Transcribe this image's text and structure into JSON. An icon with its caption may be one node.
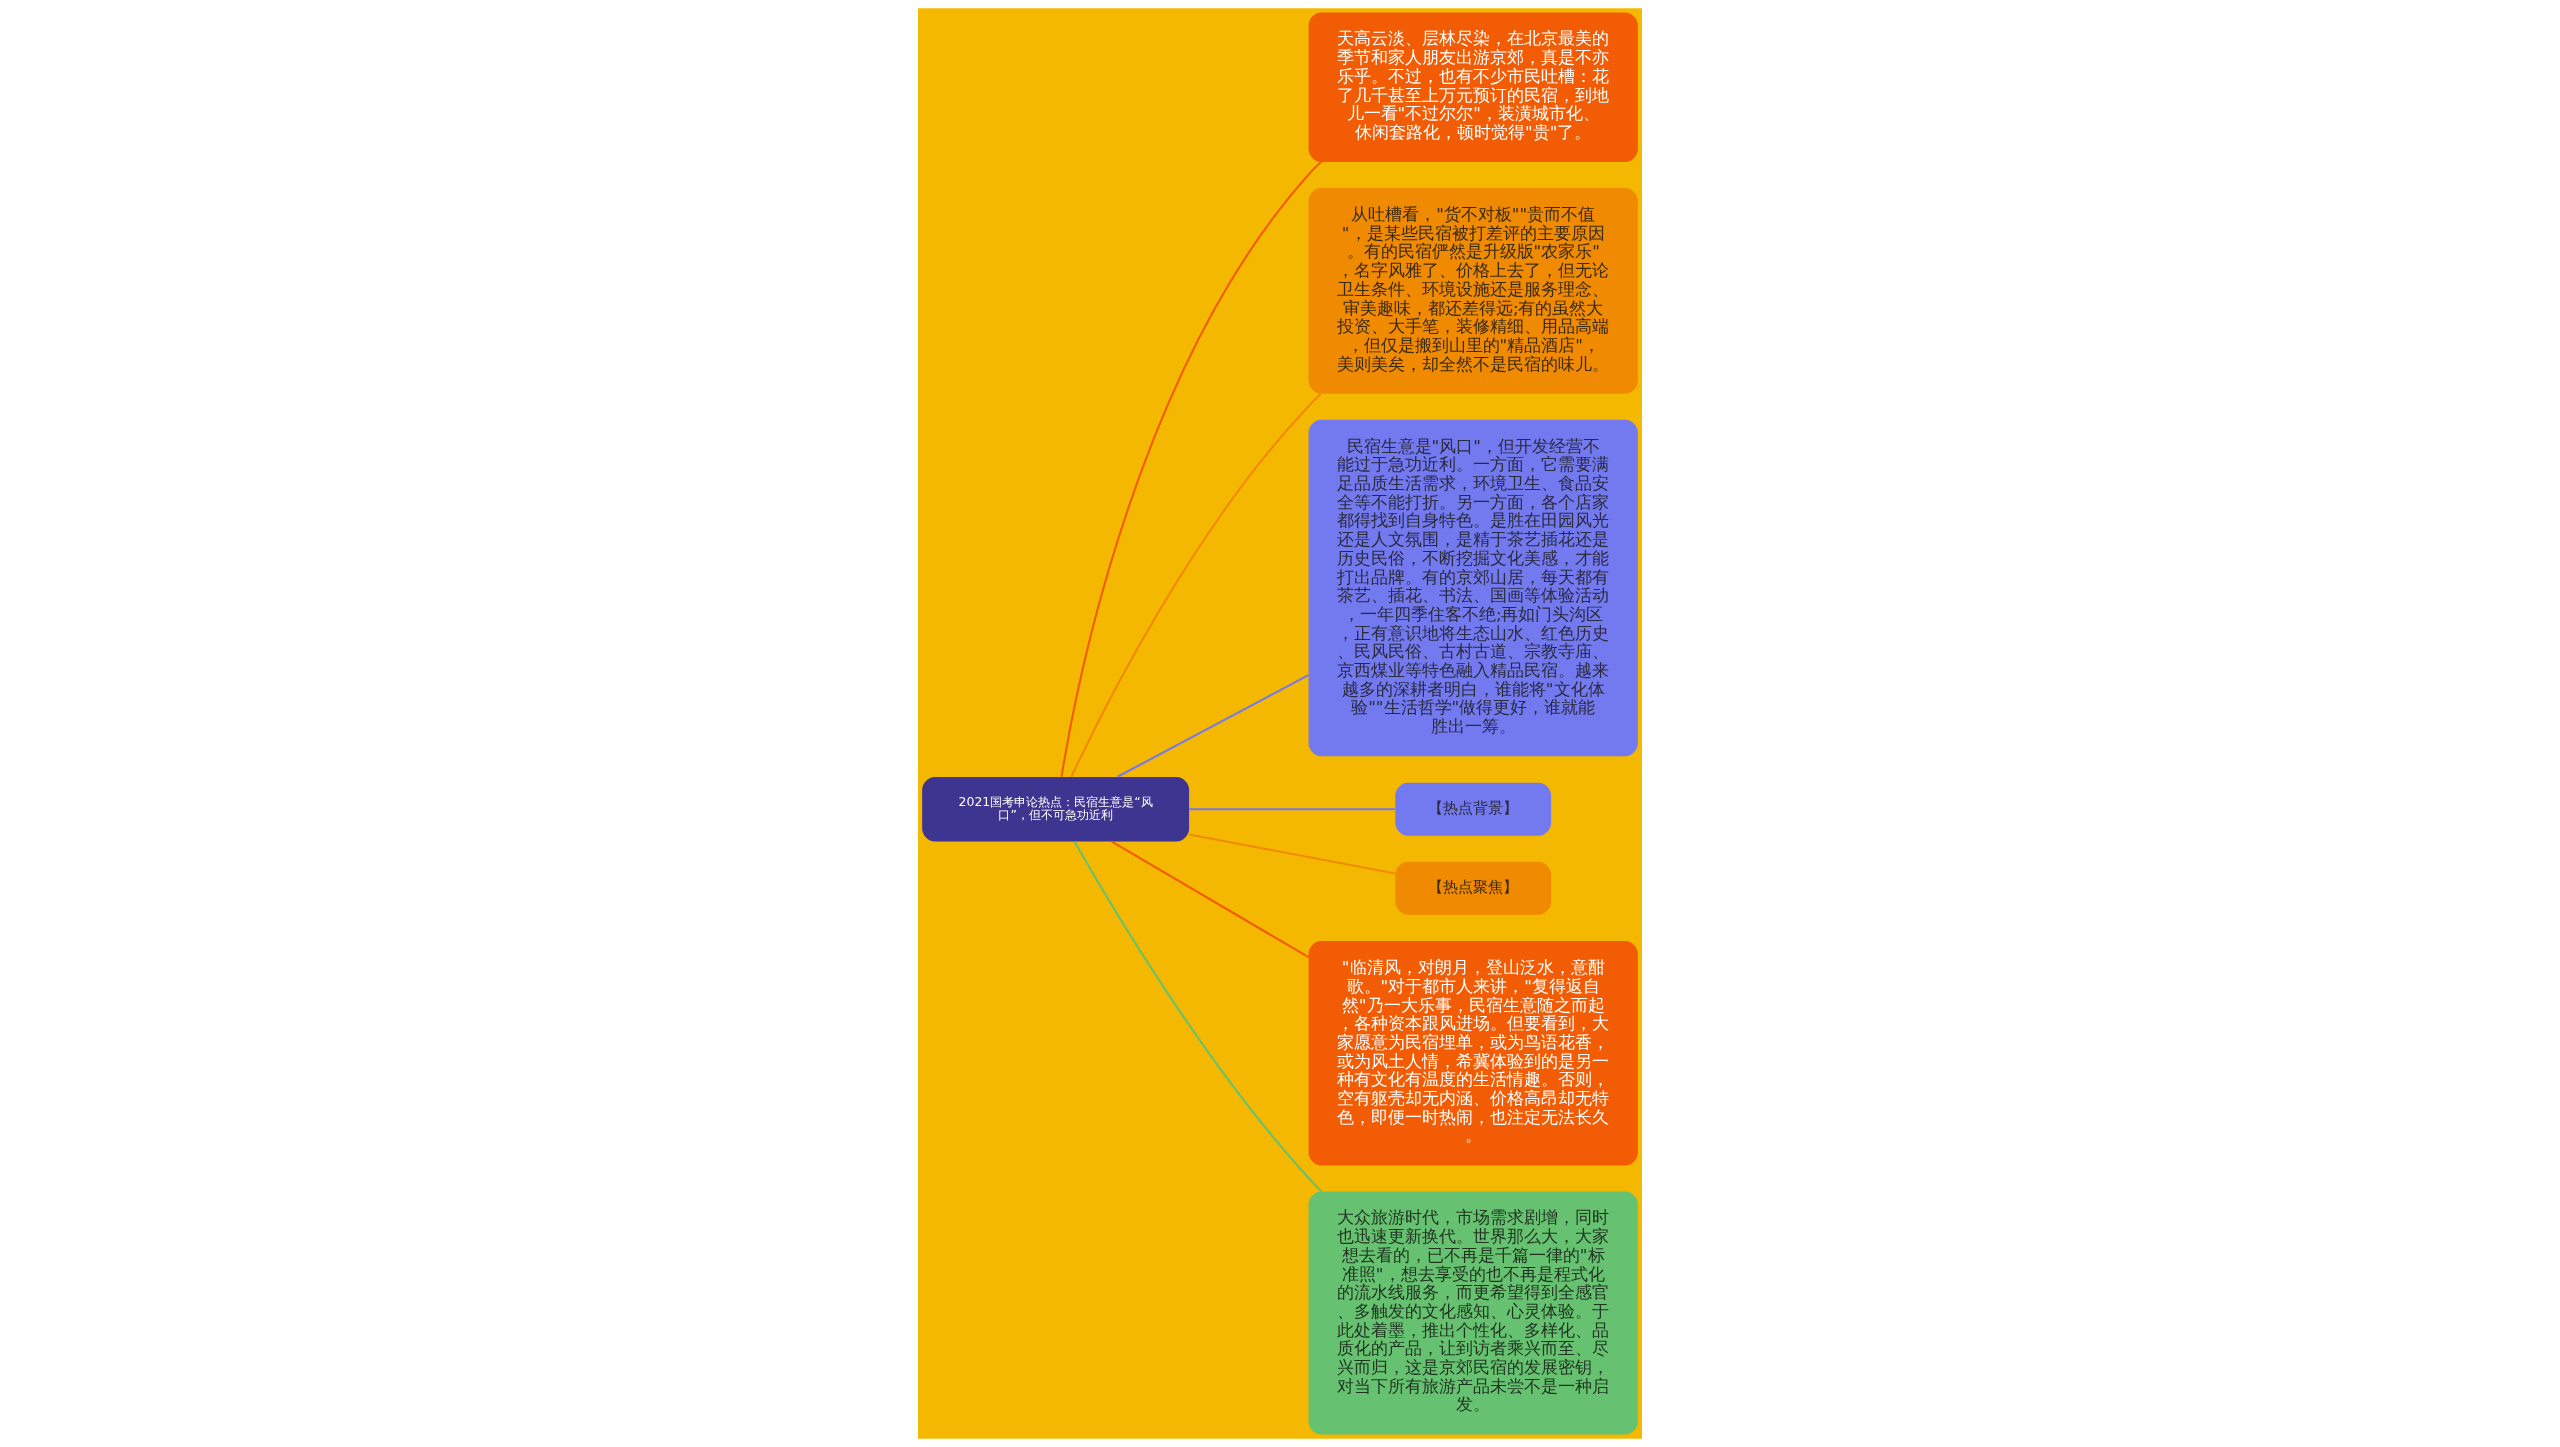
{
  "diagram": {
    "nodes": [
      {
        "text": [
          "2021国考申论热点：民宿生意是“风口”，但不可急功近利"
        ]
      },
      {
        "text": [
          "天高云淡、层林尽染，在北京最美的季节和家人朋友出游京郊，真是不亦乐乎。不过，也有不少市民吐槽：花了几千甚至上万元预订的民宿，到地儿一看\"不过尔尔\"，装潢城市化、休闲套路化，顿时觉得\"贵\"了。"
        ]
      },
      {
        "text": [
          "从吐槽看，\"货不对板\"\"贵而不值\"，是某些民宿被打差评的主要原因。有的民宿俨然是升级版\"农家乐\"，名字风雅了、价格上去了，但无论卫生条件、环境设施还是服务理念、审美趣味，都还差得远;有的虽然大投资、大手笔，装修精细、用品高端，但仅是搬到山里的\"精品酒店\"，美则美矣，却全然不是民宿的味儿。"
        ]
      },
      {
        "text": [
          "民宿生意是\"风口\"，但开发经营不能过于急功近利。一方面，它需要满足品质生活需求，环境卫生、食品安全等不能打折。另一方面，各个店家都得找到自身特色。是胜在田园风光还是人文氛围，是精于茶艺插花还是历史民俗，不断挖掘文化美感，才能打出品牌。有的京郊山居，每天都有茶艺、插花、书法、国画等体验活动，一年四季住客不绝;再如门头沟区，正有意识地将生态山水、红色历史、民风民俗、古村古道、宗教寺庙、京西煤业等特色融入精品民宿。越来越多的深耕者明白，谁能将\"文化体验\"\"生活哲学\"做得更好，谁就能胜出一筹。"
        ]
      },
      {
        "text": [
          "【热点背景】"
        ]
      },
      {
        "text": [
          "【热点聚焦】"
        ]
      },
      {
        "text": [
          "\"临清风，对朗月，登山泛水，意酣歌。\"对于都市人来讲，\"复得返自然\"乃一大乐事，民宿生意随之而起，各种资本跟风进场。但要看到，大家愿意为民宿埋单，或为鸟语花香，或为风土人情，希冀体验到的是另一种有文化有温度的生活情趣。否则，空有躯壳却无内涵、价格高昂却无特色，即便一时热闹，也注定无法长久。"
        ]
      },
      {
        "text": [
          "大众旅游时代，市场需求剧增，同时也迅速更新换代。世界那么大，大家想去看的，已不再是千篇一律的\"标准照\"，想去享受的也不再是程式化的流水线服务，而更希望得到全感官、多触发的文化感知、心灵体验。于此处着墨，推出个性化、多样化、品质化的产品，让到访者乘兴而至、尽兴而归，这是京郊民宿的发展密钥，对当下所有旅游产品未尝不是一种启发。"
        ]
      }
    ],
    "edges": [
      {
        "from": 0,
        "to": 1,
        "arrow": "none",
        "color": "#f25c05"
      },
      {
        "from": 0,
        "to": 2,
        "arrow": "none",
        "color": "#f08a00"
      },
      {
        "from": 0,
        "to": 3,
        "arrow": "none",
        "color": "#7379ee"
      },
      {
        "from": 0,
        "to": 4,
        "arrow": "none",
        "color": "#7379ee"
      },
      {
        "from": 0,
        "to": 5,
        "arrow": "none",
        "color": "#f08a00"
      },
      {
        "from": 0,
        "to": 6,
        "arrow": "none",
        "color": "#f25c05"
      },
      {
        "from": 0,
        "to": 7,
        "arrow": "none",
        "color": "#66c270"
      }
    ]
  }
}
